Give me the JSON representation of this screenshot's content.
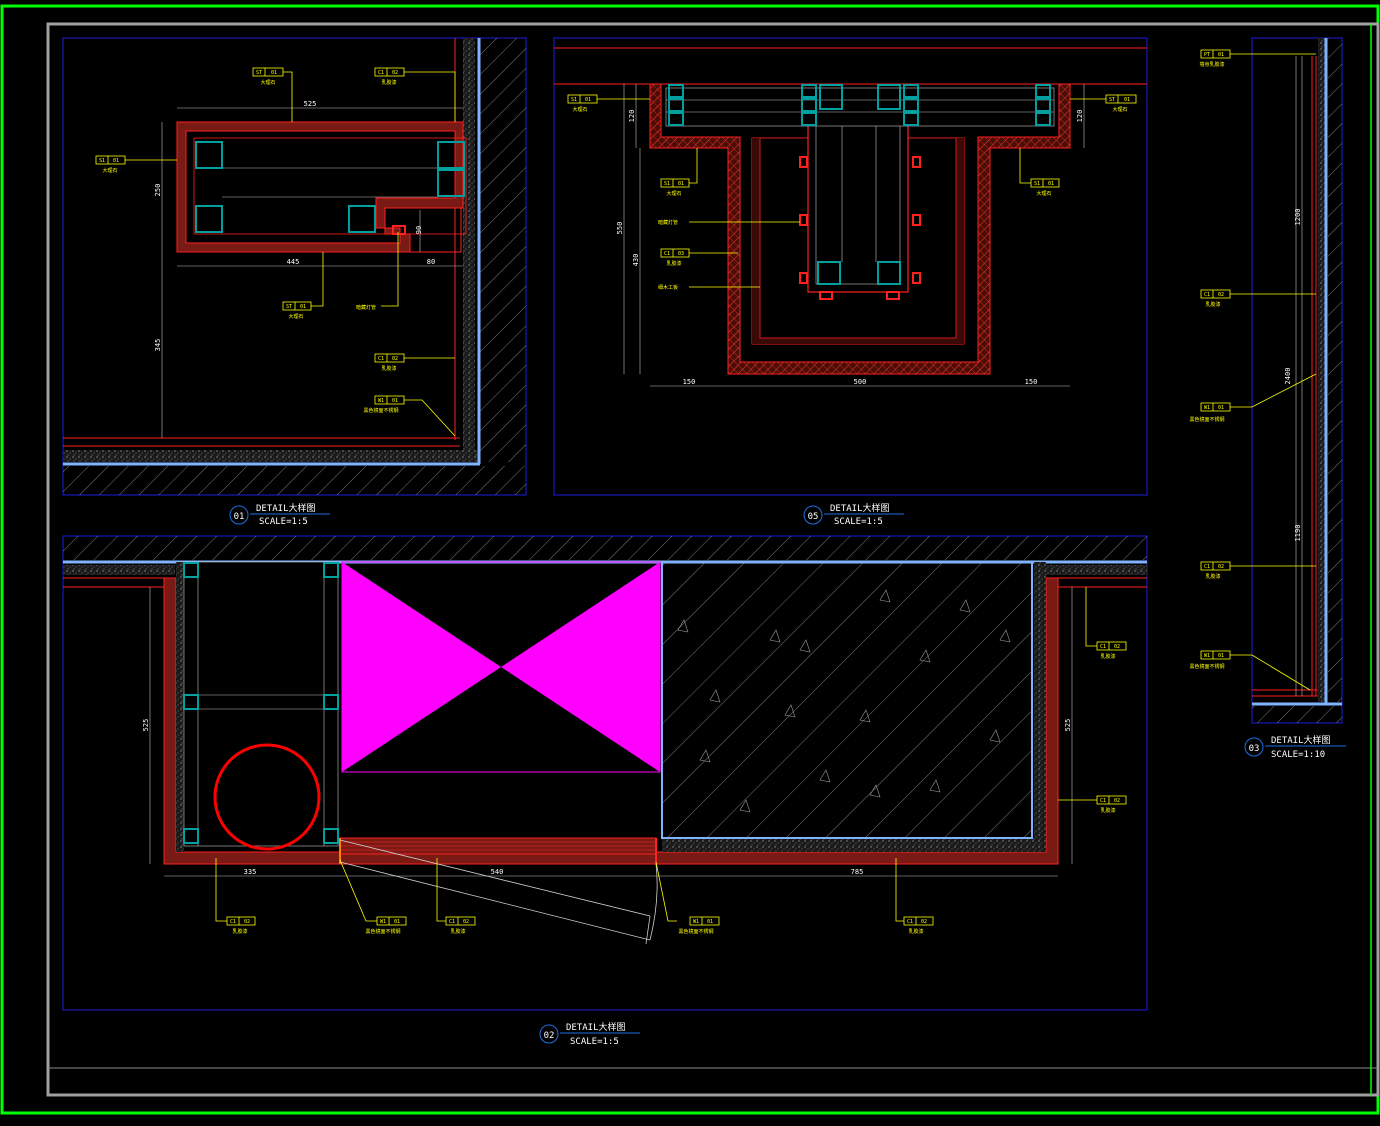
{
  "details": [
    {
      "id": "d01",
      "number": "01",
      "title": "DETAIL大样图",
      "scale": "SCALE=1:5"
    },
    {
      "id": "d05",
      "number": "05",
      "title": "DETAIL大样图",
      "scale": "SCALE=1:5"
    },
    {
      "id": "d03",
      "number": "03",
      "title": "DETAIL大样图",
      "scale": "SCALE=1:10"
    },
    {
      "id": "d02",
      "number": "02",
      "title": "DETAIL大样图",
      "scale": "SCALE=1:5"
    }
  ],
  "dimensions": {
    "d01": [
      "525",
      "250",
      "445",
      "80",
      "345",
      "90"
    ],
    "d05": [
      "120",
      "120",
      "550",
      "430",
      "150",
      "500",
      "150"
    ],
    "d03": [
      "1200",
      "2400",
      "1190"
    ],
    "d02": [
      "525",
      "335",
      "540",
      "785",
      "525"
    ]
  },
  "tags": {
    "d01": [
      [
        "ST",
        "01"
      ],
      [
        "C1",
        "02"
      ],
      [
        "S1",
        "01"
      ],
      [
        "ST",
        "01"
      ],
      [
        "C1",
        "02"
      ],
      [
        "W1",
        "01"
      ]
    ],
    "d05": [
      [
        "S1",
        "01"
      ],
      [
        "ST",
        "01"
      ],
      [
        "S1",
        "01"
      ],
      [
        "S1",
        "01"
      ],
      [
        "C1",
        "03"
      ]
    ],
    "d03": [
      [
        "PT",
        "01"
      ],
      [
        "C1",
        "02"
      ],
      [
        "W1",
        "01"
      ],
      [
        "C1",
        "02"
      ],
      [
        "W1",
        "01"
      ]
    ],
    "d02": [
      [
        "C1",
        "02"
      ],
      [
        "C1",
        "02"
      ],
      [
        "C1",
        "02"
      ],
      [
        "W1",
        "01"
      ],
      [
        "C1",
        "02"
      ],
      [
        "W1",
        "01"
      ],
      [
        "C1",
        "02"
      ]
    ]
  },
  "notes": {
    "d01": [
      "大理石",
      "乳胶漆",
      "大理石",
      "大理石",
      "暗藏灯管",
      "乳胶漆",
      "黑色镜面不锈钢"
    ],
    "d05": [
      "大理石",
      "大理石",
      "大理石",
      "大理石",
      "暗藏灯管",
      "乳胶漆",
      "细木工板"
    ],
    "d03": [
      "墙身乳胶漆",
      "乳胶漆",
      "黑色镜面不锈钢",
      "乳胶漆",
      "黑色镜面不锈钢"
    ],
    "d02": [
      "乳胶漆",
      "乳胶漆",
      "乳胶漆",
      "黑色镜面不锈钢",
      "乳胶漆",
      "黑色镜面不锈钢",
      "乳胶漆"
    ]
  },
  "colors": {
    "background": "#000000",
    "frame": "#00ff00",
    "border": "#a0a0a0",
    "viewport": "#1d1de0",
    "wall": "#ff2020",
    "wall_fill": "#7a1a14",
    "glass": "#7fb3ff",
    "fixture": "#00a0a0",
    "leader": "#ffff00",
    "text": "#ffffff",
    "magenta": "#ff00ff",
    "circle": "#ff0000"
  }
}
